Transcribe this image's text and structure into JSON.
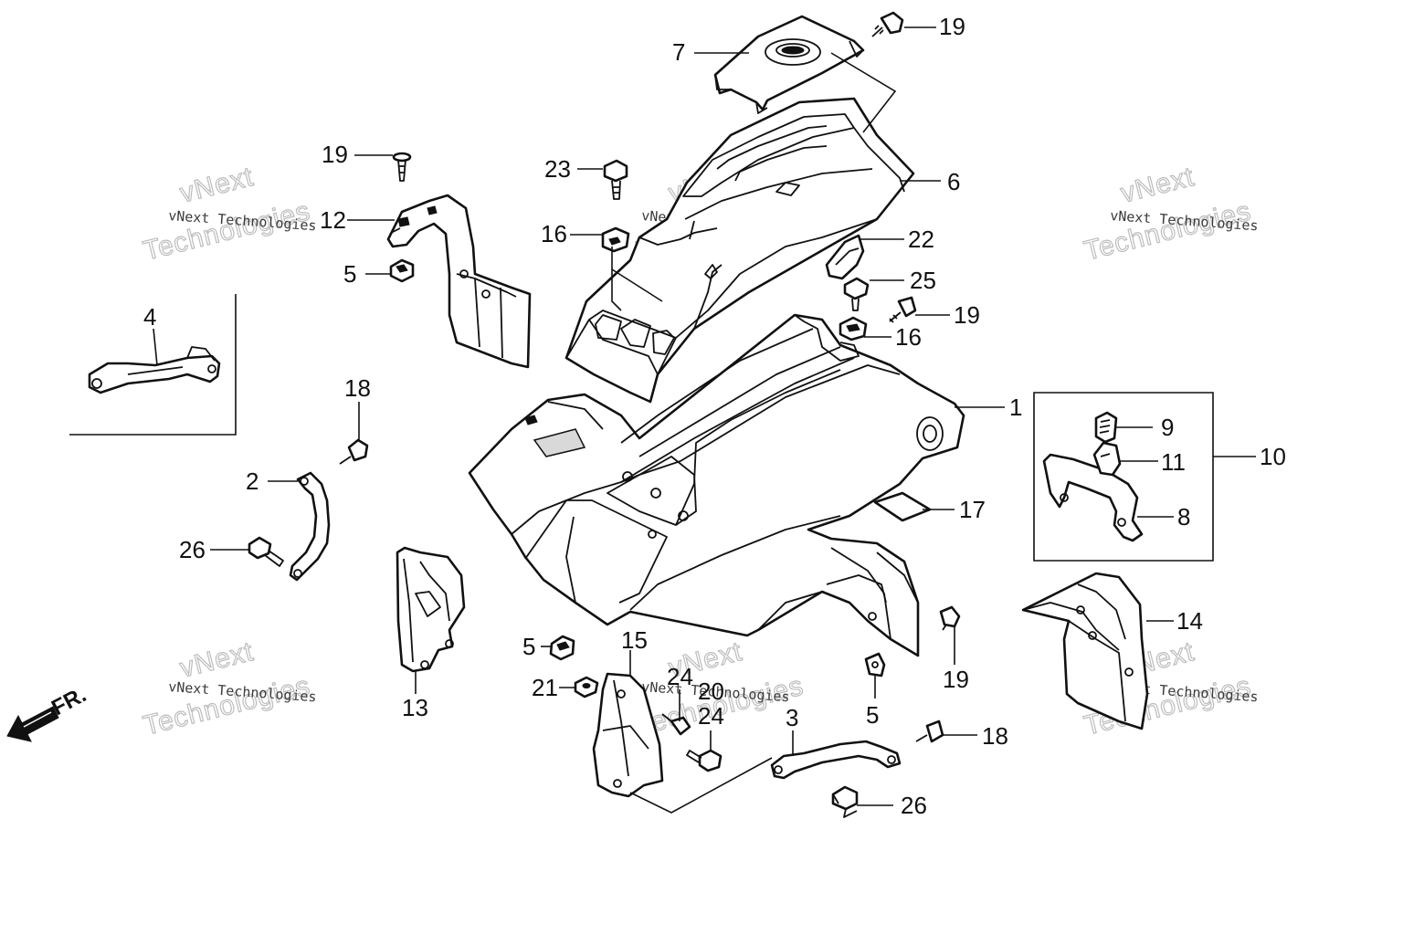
{
  "diagram": {
    "part_labels": [
      "19",
      "7",
      "6",
      "23",
      "19",
      "12",
      "16",
      "22",
      "5",
      "25",
      "19",
      "16",
      "4",
      "18",
      "1",
      "10",
      "9",
      "11",
      "2",
      "8",
      "17",
      "26",
      "14",
      "13",
      "5",
      "15",
      "19",
      "21",
      "24",
      "20",
      "24",
      "5",
      "3",
      "18",
      "26"
    ],
    "watermark": {
      "small_text": "vNext Technologies",
      "big_line1": "vNext",
      "big_line2": "Technologies"
    },
    "direction": {
      "label": "FR.",
      "icon": "front-arrow-icon"
    }
  }
}
